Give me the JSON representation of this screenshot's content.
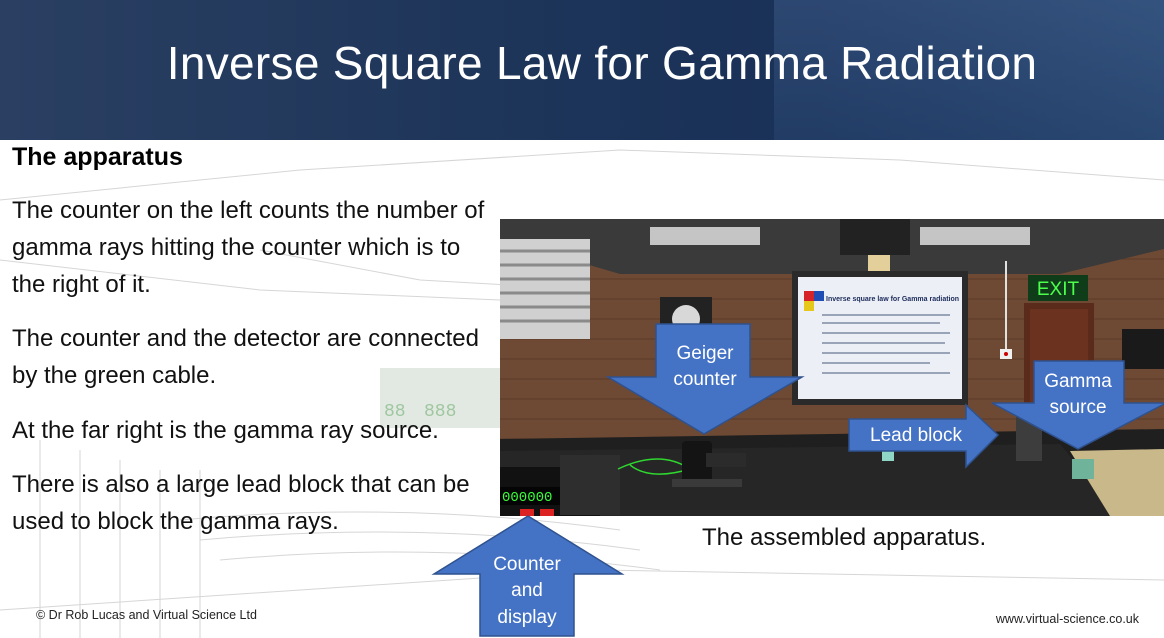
{
  "slide": {
    "title": "Inverse Square Law for Gamma Radiation",
    "heading": "The apparatus",
    "paragraphs": [
      "The counter on the left counts the number of gamma rays hitting the counter which is to the right of it.",
      "The counter and the detector are connected by the green cable.",
      "At the far right is the gamma ray source.",
      "There is also a large lead block that can be used to block the gamma rays."
    ],
    "caption": "The assembled apparatus.",
    "footer_left": "© Dr Rob Lucas and Virtual Science Ltd",
    "footer_right": "www.virtual-science.co.uk"
  },
  "photo": {
    "exit_sign": "EXIT",
    "counter_readout": "000000",
    "background_display_1": "88",
    "background_display_2": "888",
    "screen_title": "Inverse square law for Gamma radiation"
  },
  "callouts": {
    "geiger_line1": "Geiger",
    "geiger_line2": "counter",
    "lead_block": "Lead block",
    "gamma_line1": "Gamma",
    "gamma_line2": "source",
    "counter_line1": "Counter",
    "counter_line2": "and",
    "counter_line3": "display"
  },
  "colors": {
    "header": "#1d3559",
    "callout_fill": "#4472c4",
    "callout_stroke": "#2f528f",
    "display_green": "#39ff39"
  }
}
